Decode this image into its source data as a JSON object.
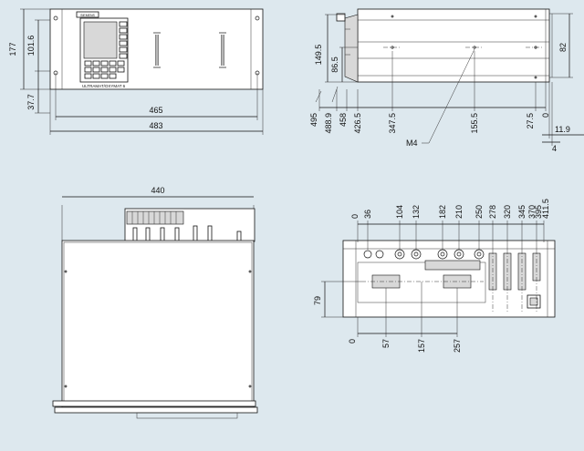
{
  "front_view": {
    "brand_label": "SIEMENS",
    "device_label": "ULTRAMAT/OXYMAT 6",
    "dim_height_total": "177",
    "dim_height_inner": "101.6",
    "dim_bottom": "37.7",
    "dim_width_inner": "465",
    "dim_width_total": "483"
  },
  "side_view": {
    "dim_149": "149.5",
    "dim_86": "86.5",
    "dim_82": "82",
    "bottom_dims": [
      "495",
      "488.9",
      "458",
      "426.5",
      "347.5",
      "155.5",
      "27.5",
      "0"
    ],
    "dim_11": "11.9",
    "dim_4": "4",
    "thread_label": "M4"
  },
  "top_view": {
    "dim_width": "440"
  },
  "rear_view": {
    "top_dims": [
      "0",
      "36",
      "104",
      "132",
      "182",
      "210",
      "250",
      "278",
      "320",
      "345",
      "370",
      "395",
      "411.5"
    ],
    "bottom_dims": [
      "0",
      "57",
      "157",
      "257"
    ],
    "dim_79": "79"
  }
}
